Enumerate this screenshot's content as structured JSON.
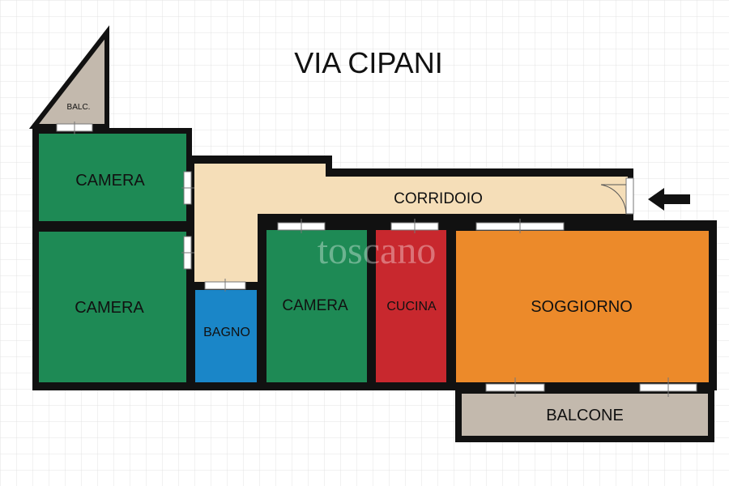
{
  "title": "VIA CIPANI",
  "watermark": "toscano",
  "rooms": {
    "balc_small": "BALC.",
    "camera_top": "CAMERA",
    "camera_left": "CAMERA",
    "corridoio": "CORRIDOIO",
    "bagno": "BAGNO",
    "camera_mid": "CAMERA",
    "cucina": "CUCINA",
    "soggiorno": "SOGGIORNO",
    "balcone": "BALCONE"
  },
  "colors": {
    "background": "#ffffff",
    "grid": "#e6e6e6",
    "wall": "#111111",
    "camera": "#1e8a55",
    "corridor": "#f5deb8",
    "bathroom": "#1a86c8",
    "kitchen": "#c8282e",
    "living": "#ec8a2a",
    "balcony": "#c3b9ad"
  },
  "icons": {
    "entrance": "arrow-left-icon"
  }
}
